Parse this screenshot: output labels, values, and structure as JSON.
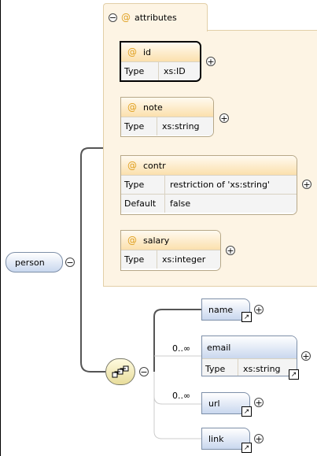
{
  "attributes_label": "attributes",
  "root": "person",
  "attributes": [
    {
      "name": "id",
      "type_key": "Type",
      "type": "xs:ID"
    },
    {
      "name": "note",
      "type_key": "Type",
      "type": "xs:string"
    },
    {
      "name": "contr",
      "type_key": "Type",
      "type": "restriction of 'xs:string'",
      "default_key": "Default",
      "default": "false"
    },
    {
      "name": "salary",
      "type_key": "Type",
      "type": "xs:integer"
    }
  ],
  "elements": [
    {
      "name": "name"
    },
    {
      "name": "email",
      "occurs": "0..∞",
      "type_key": "Type",
      "type": "xs:string"
    },
    {
      "name": "url",
      "occurs": "0..∞"
    },
    {
      "name": "link"
    }
  ],
  "icons": {
    "plus": "plus-circle-icon",
    "minus": "minus-circle-icon",
    "sequence": "sequence-compositor-icon",
    "ref": "reference-arrow-icon"
  }
}
